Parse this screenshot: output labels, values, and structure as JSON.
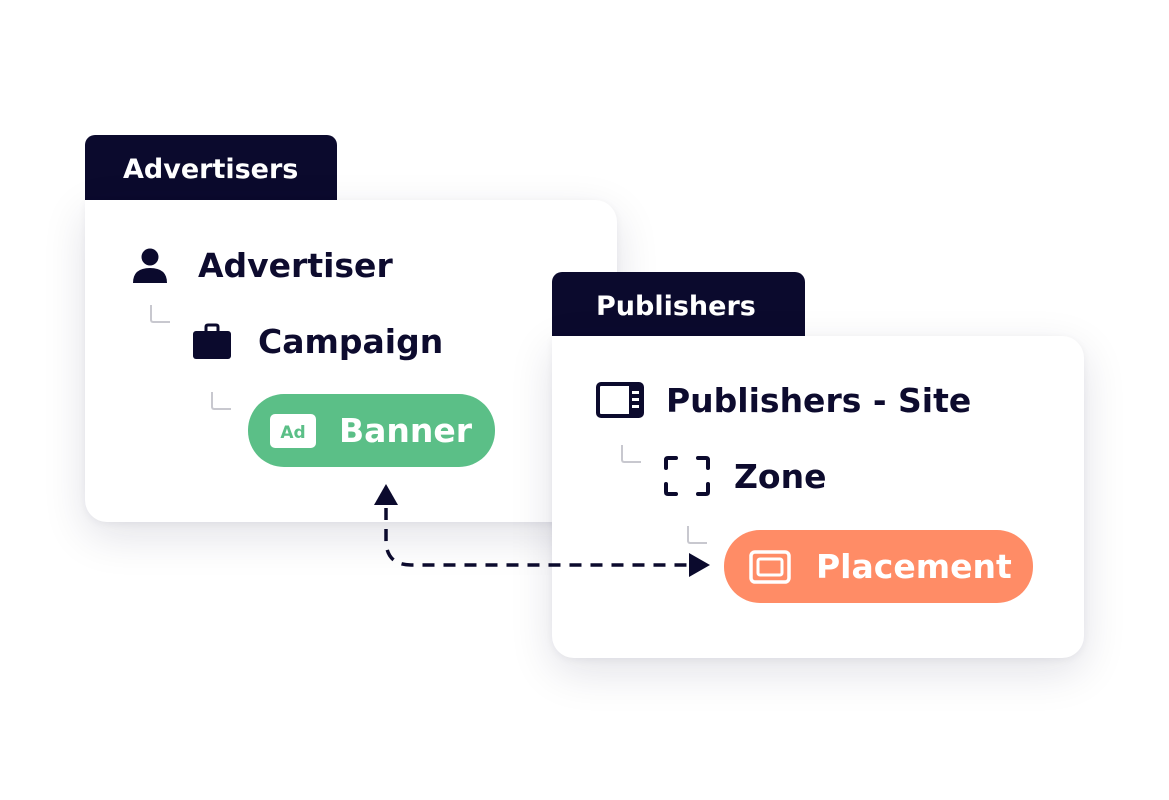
{
  "colors": {
    "navy": "#0b0a2d",
    "banner_green": "#5bbf87",
    "placement_orange": "#ff8c66",
    "connector_grey": "#c8c8cf"
  },
  "advertisers": {
    "tab_label": "Advertisers",
    "items": [
      {
        "label": "Advertiser",
        "icon": "user-icon"
      },
      {
        "label": "Campaign",
        "icon": "briefcase-icon"
      },
      {
        "label": "Banner",
        "icon": "ad-badge-icon",
        "badge_text": "Ad"
      }
    ]
  },
  "publishers": {
    "tab_label": "Publishers",
    "items": [
      {
        "label": "Publishers - Site",
        "icon": "website-icon"
      },
      {
        "label": "Zone",
        "icon": "zone-frame-icon"
      },
      {
        "label": "Placement",
        "icon": "placement-window-icon"
      }
    ]
  },
  "link": {
    "from": "Banner",
    "to": "Placement",
    "style": "dashed-bidirectional-arrow"
  }
}
